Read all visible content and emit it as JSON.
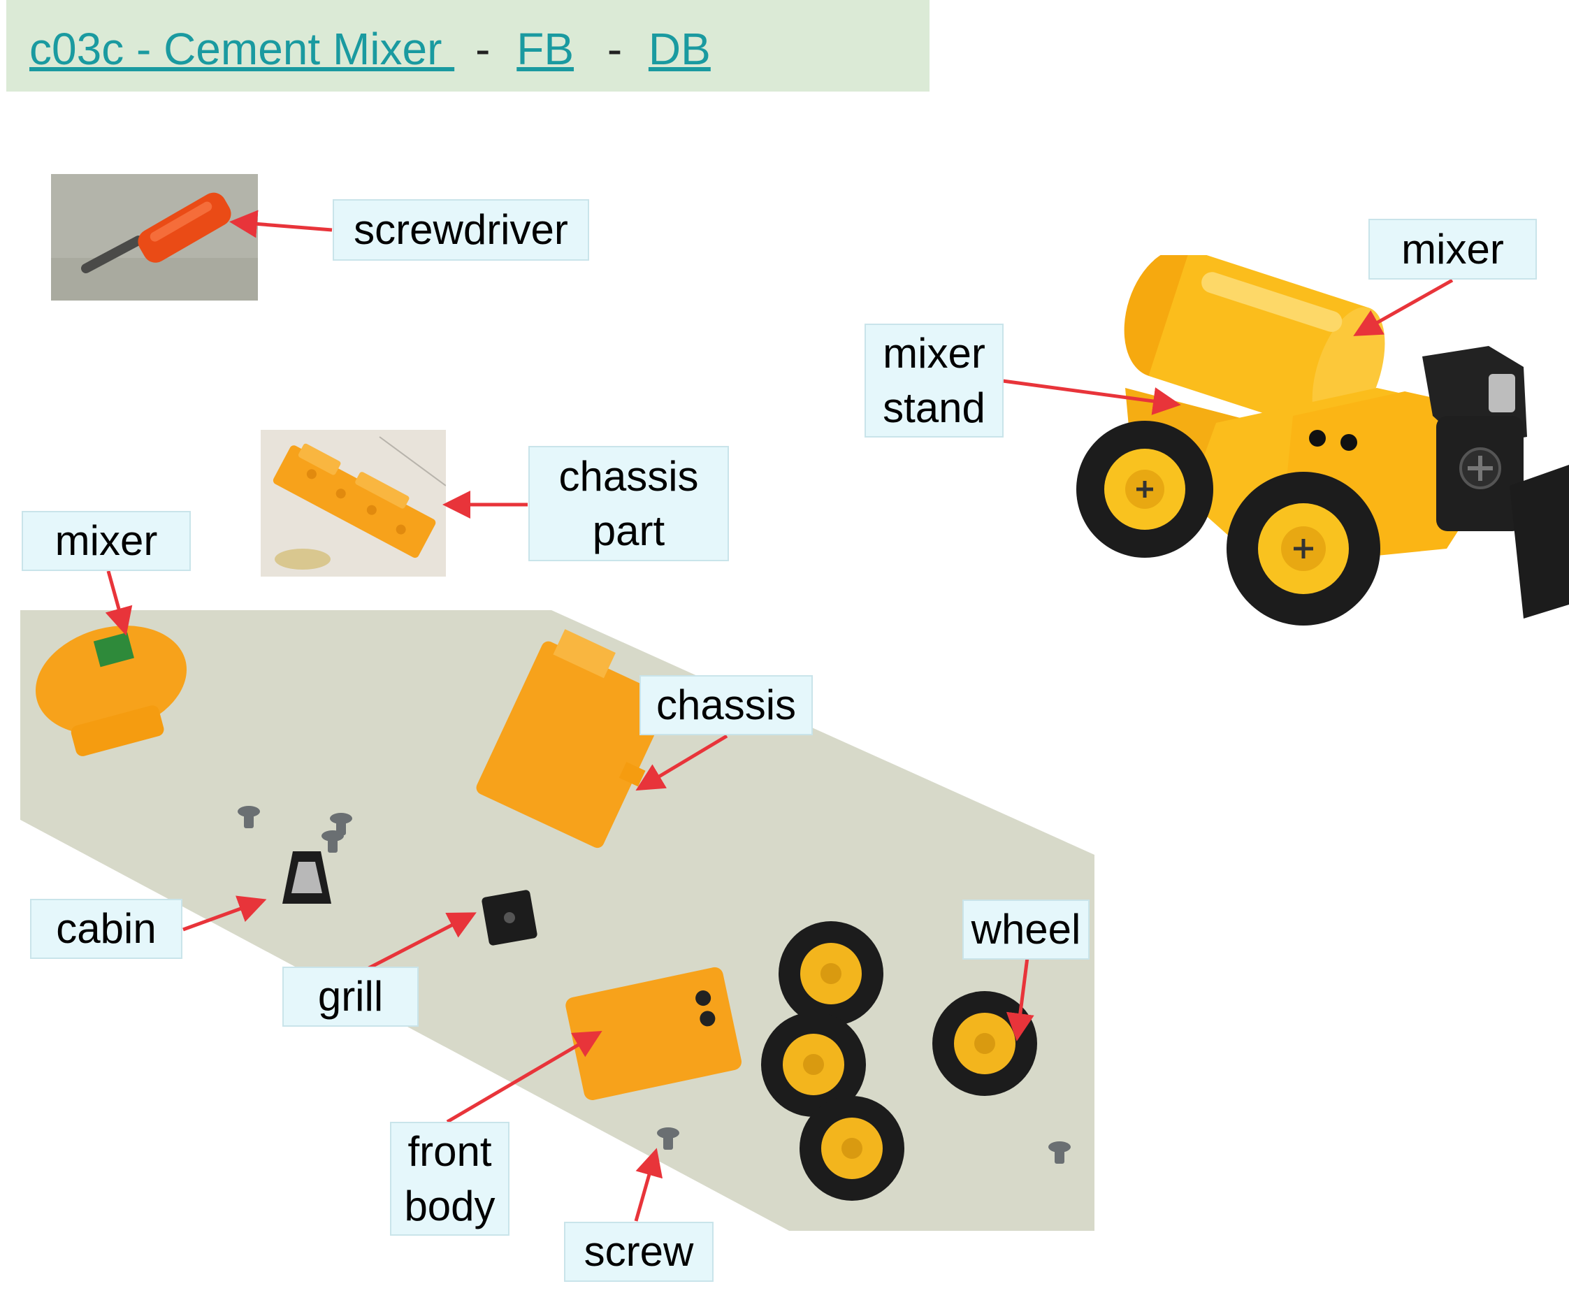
{
  "header": {
    "title_link": "c03c - Cement Mixer ",
    "separator_1": "-",
    "fb_link": "FB",
    "separator_2": "-",
    "db_link": "DB"
  },
  "labels": {
    "screwdriver": "screwdriver",
    "mixer_top": "mixer",
    "mixer_stand": "mixer\nstand",
    "chassis_part": "chassis\npart",
    "mixer_left": "mixer",
    "chassis": "chassis",
    "cabin": "cabin",
    "grill": "grill",
    "wheel": "wheel",
    "front_body": "front\nbody",
    "screw": "screw"
  },
  "colors": {
    "header_bg": "#dbead6",
    "link": "#1a9aa0",
    "label_bg": "#e5f7fb",
    "arrow": "#e8343a",
    "toy_yellow": "#fbbd1c",
    "toy_orange": "#f7a21b",
    "tire_black": "#1c1c1c"
  }
}
